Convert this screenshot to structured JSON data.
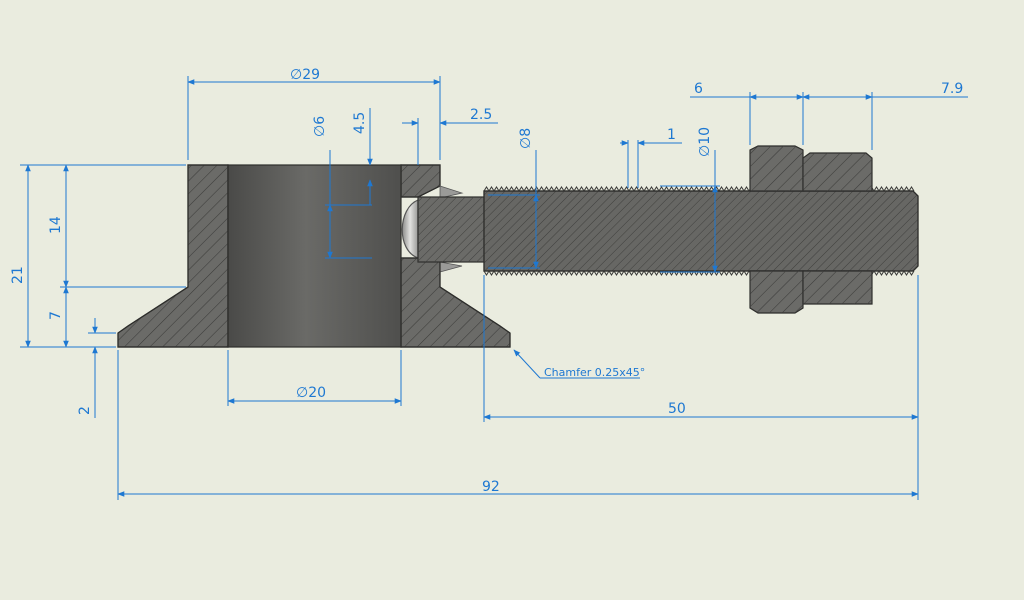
{
  "colors": {
    "background": "#eaecdf",
    "dimension": "#1e78d2",
    "part_fill": "#6b6b68",
    "bore_fill": "#585855",
    "hatch": "#3c3c3a",
    "outline": "#2e2e2c"
  },
  "dimensions": {
    "dia_29": "29",
    "dia_6": "6",
    "len_4_5": "4.5",
    "len_2_5": "2.5",
    "dia_8": "8",
    "pitch_1": "1",
    "dia_10": "10",
    "nut_6": "6",
    "nut_7_9": "7.9",
    "height_21": "21",
    "height_14": "14",
    "height_7": "7",
    "height_2": "2",
    "dia_20": "20",
    "len_50": "50",
    "len_92": "92"
  },
  "symbols": {
    "diameter": "∅"
  },
  "annotations": {
    "chamfer": "Chamfer 0.25x45°"
  }
}
